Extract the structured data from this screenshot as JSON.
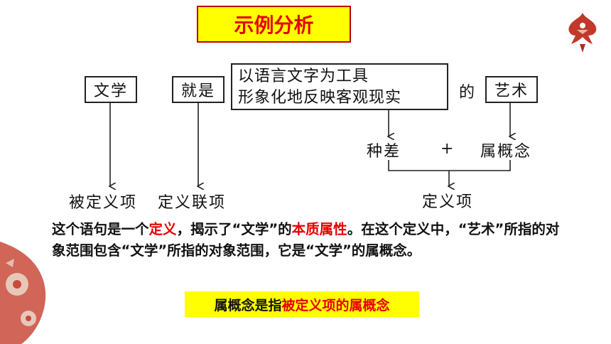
{
  "title": "示例分析",
  "diagram": {
    "term_literature": "文学",
    "connector_is": "就是",
    "definition_line1": "以语言文字为工具",
    "definition_line2": "形象化地反映客观现实",
    "particle_de": "的",
    "term_art": "艺术",
    "differentia": "种差",
    "plus": "+",
    "genus": "属概念",
    "definiendum": "被定义项",
    "copula": "定义联项",
    "definiens": "定义项"
  },
  "explanation": {
    "p1": "这个语句是一个",
    "h1": "定义",
    "p2": "，揭示了“文学”的",
    "h2": "本质属性",
    "p3": "。在这个定义中，“艺术”所指的对象范围包含“文学”所指的对象范围，它是“文学”的属概念。"
  },
  "conclusion": {
    "part1": "属概念是指",
    "part2": "被定义项的属概念"
  },
  "colors": {
    "accent_red": "#e60000",
    "highlight_yellow": "#ffff00",
    "decor_red": "#c0392b"
  },
  "icons": [
    "bird-ornament-icon",
    "floral-ornament-icon"
  ]
}
